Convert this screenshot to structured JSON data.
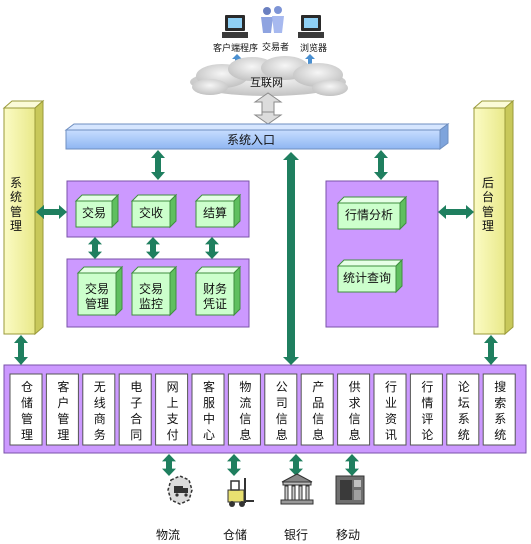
{
  "top": {
    "client_label": "客户端程序",
    "trader_label": "交易者",
    "browser_label": "浏览器",
    "cloud_label": "互联网"
  },
  "entry": {
    "label": "系统入口"
  },
  "left_side": {
    "label": "系统管理"
  },
  "right_side": {
    "label": "后台管理"
  },
  "left_panel": {
    "top_row": [
      "交易",
      "交收",
      "结算"
    ],
    "bottom_row": [
      "交易管理",
      "交易监控",
      "财务凭证"
    ]
  },
  "right_panel": {
    "items": [
      "行情分析",
      "统计查询"
    ]
  },
  "modules": [
    "仓储管理",
    "客户管理",
    "无线商务",
    "电子合同",
    "网上支付",
    "客服中心",
    "物流信息",
    "公司信息",
    "产品信息",
    "供求信息",
    "行业资讯",
    "行情评论",
    "论坛系统",
    "搜索系统"
  ],
  "bottom": {
    "items": [
      "物流",
      "仓储",
      "银行",
      "移动"
    ]
  },
  "colors": {
    "purple": "#cc99ff",
    "panel_border": "#7a52a8",
    "cube_face": "#ccffcc",
    "cube_side": "#5fbf5f",
    "side_bar": "#ffffcc",
    "entry_bar": "#a6c8ff",
    "arrow": "#1f7f5f"
  }
}
